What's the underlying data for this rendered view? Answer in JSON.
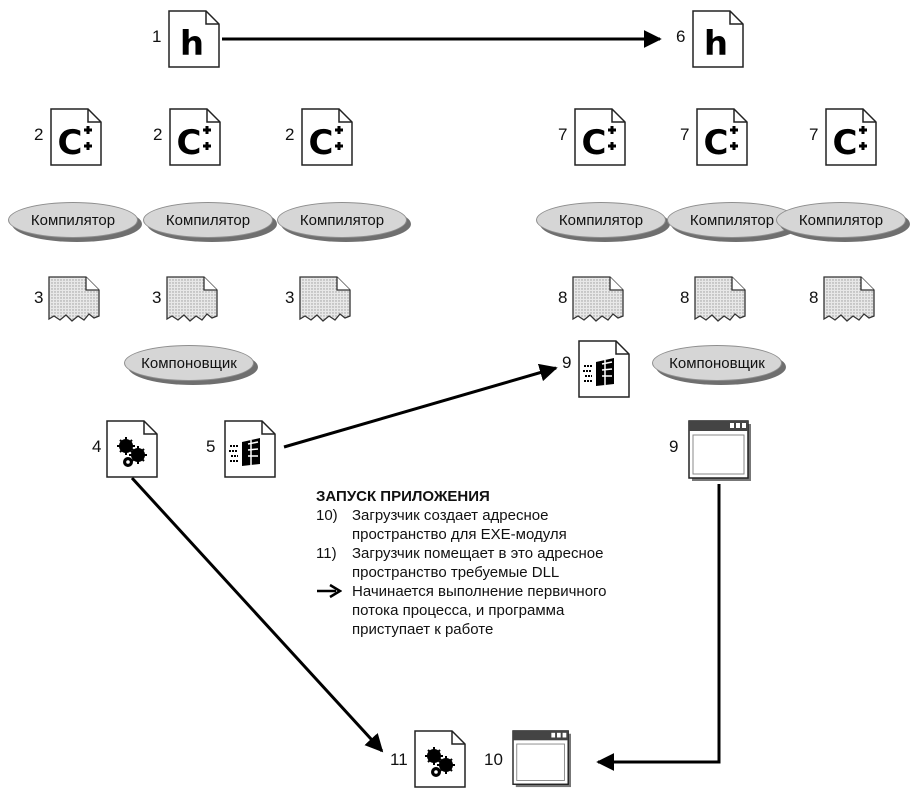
{
  "diagram": {
    "labels": {
      "n1": "1",
      "n2a": "2",
      "n2b": "2",
      "n2c": "2",
      "n3a": "3",
      "n3b": "3",
      "n3c": "3",
      "n4": "4",
      "n5": "5",
      "n6": "6",
      "n7a": "7",
      "n7b": "7",
      "n7c": "7",
      "n8a": "8",
      "n8b": "8",
      "n8c": "8",
      "n9a": "9",
      "n9b": "9",
      "n10": "10",
      "n11": "11"
    },
    "processes": {
      "compiler": "Компилятор",
      "linker": "Компоновщик"
    },
    "icon_glyphs": {
      "header": "h",
      "cpp": "C"
    },
    "launch": {
      "title": "ЗАПУСК ПРИЛОЖЕНИЯ",
      "step10_num": "10)",
      "step10_line1": "Загрузчик создает адресное",
      "step10_line2": "пространство для EXE-модуля",
      "step11_num": "11)",
      "step11_line1": "Загрузчик помещает в это адресное",
      "step11_line2": "пространство требуемые DLL",
      "step_arrow_line1": "Начинается выполнение первичного",
      "step_arrow_line2": "потока процесса, и программа",
      "step_arrow_line3": "приступает к работе"
    },
    "colors": {
      "process_fill": "#d6d6d6",
      "process_shadow": "#6f6f6f",
      "arrow": "#000000"
    }
  }
}
